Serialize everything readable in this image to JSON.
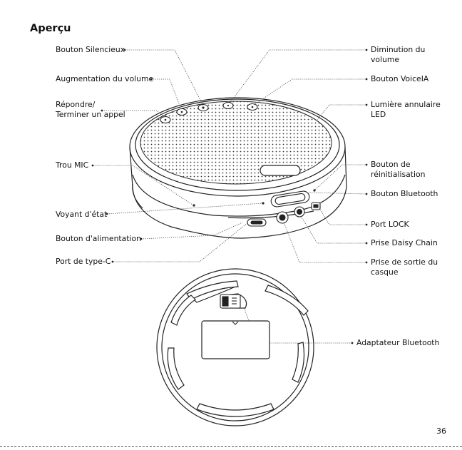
{
  "title": "Aperçu",
  "page_number": "36",
  "labels": {
    "mute_button": "Bouton Silencieux",
    "volume_up": "Augmentation du volume",
    "answer_end_call": [
      "Répondre/",
      "Terminer un appel"
    ],
    "mic_hole": "Trou MIC",
    "status_indicator": "Voyant d'état",
    "power_button": "Bouton d'alimentation",
    "type_c_port": "Port de type-C",
    "volume_down": [
      "Diminution du",
      "volume"
    ],
    "voice_ai_button": "Bouton VoiceIA",
    "led_ring_light": [
      "Lumière annulaire",
      "LED"
    ],
    "reset_button": [
      "Bouton de",
      "réinitialisation"
    ],
    "bluetooth_button": "Bouton Bluetooth",
    "lock_port": "Port LOCK",
    "daisy_chain_jack": "Prise Daisy Chain",
    "headset_jack": [
      "Prise de sortie du",
      "casque"
    ],
    "bluetooth_adapter": "Adaptateur Bluetooth"
  }
}
